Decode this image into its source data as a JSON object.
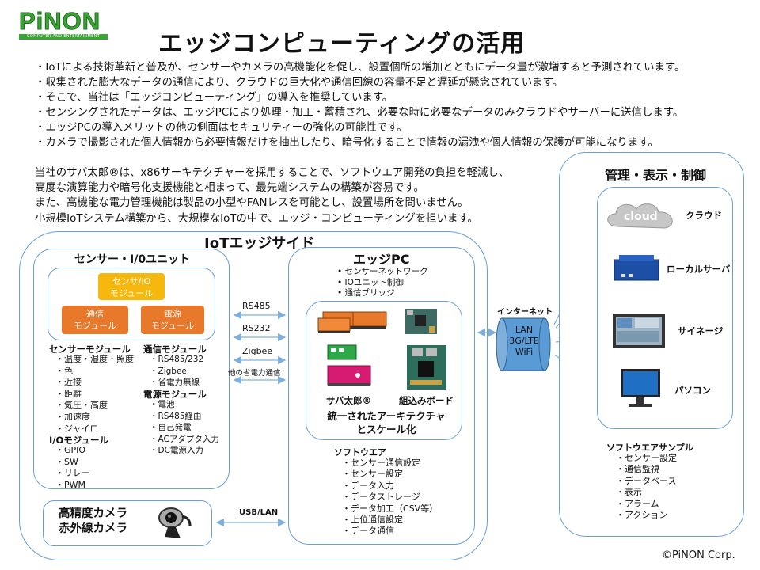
{
  "logo": {
    "word": "PiNON",
    "sub": "COMPUTER AND ENTERTAINMENT"
  },
  "title": "エッジコンピューティングの活用",
  "bullets": [
    "・IoTによる技術革新と普及が、センサーやカメラの高機能化を促し、設置個所の増加とともにデータ量が激増すると予測されています。",
    "・収集された膨大なデータの通信により、クラウドの巨大化や通信回線の容量不足と遅延が懸念されています。",
    "・そこで、当社は「エッジコンピューティング」の導入を推奨しています。",
    "・センシングされたデータは、エッジPCにより処理・加工・蓄積され、必要な時に必要なデータのみクラウドやサーバーに送信します。",
    "・エッジPCの導入メリットの他の側面はセキュリティーの強化の可能性です。",
    "・カメラで撮影された個人情報から必要情報だけを抽出したり、暗号化することで情報の漏洩や個人情報の保護が可能になります。"
  ],
  "paragraph": [
    "当社のサバ太郎®は、x86サーキテクチャーを採用することで、ソフトウエア開発の負担を軽減し、",
    "高度な演算能力や暗号化支援機能と相まって、最先端システムの構築が容易です。",
    "また、高機能な電力管理機能は製品の小型やFANレスを可能とし、設置場所を問いません。",
    "小規模IoTシステム構築から、大規模なIoTの中で、エッジ・コンピューティングを担います。"
  ],
  "iot_side": {
    "title": "IoTエッジサイド",
    "sensor_unit": {
      "title": "センサー・I/0ユニット",
      "module_sensor_io": [
        "センサ/IO",
        "モジュール"
      ],
      "module_comm": [
        "通信",
        "モジュール"
      ],
      "module_power": [
        "電源",
        "モジュール"
      ],
      "sensor_module": {
        "title": "センサーモジュール",
        "items": [
          "温度・湿度・照度",
          "色",
          "近接",
          "距離",
          "気圧・高度",
          "加速度",
          "ジャイロ"
        ]
      },
      "io_module": {
        "title": "I/Oモジュール",
        "items": [
          "GPIO",
          "SW",
          "リレー",
          "PWM"
        ]
      },
      "comm_module": {
        "title": "通信モジュール",
        "items": [
          "RS485/232",
          "Zigbee",
          "省電力無線"
        ]
      },
      "power_module": {
        "title": "電源モジュール",
        "items": [
          "電池",
          "RS485経由",
          "自己発電",
          "ACアダプタ入力",
          "DC電源入力"
        ]
      }
    },
    "links": [
      "RS485",
      "RS232",
      "Zigbee",
      "他の省電力通信"
    ],
    "camera": {
      "line1": "高精度カメラ",
      "line2": "赤外線カメラ",
      "link": "USB/LAN"
    },
    "edge_pc": {
      "title": "エッジPC",
      "features": [
        "センサーネットワーク",
        "IOユニット制御",
        "通信ブリッジ"
      ],
      "product1": "サバ太郎®",
      "product2": "組込みボード",
      "unified": [
        "統一されたアーキテクチャ",
        "とスケール化"
      ],
      "software_title": "ソフトウエア",
      "software": [
        "センサー通信設定",
        "センサー設定",
        "データ入力",
        "データストレージ",
        "データ加工（CSV等）",
        "上位通信設定",
        "データ通信"
      ]
    }
  },
  "internet": {
    "label": "インターネット",
    "lines": [
      "LAN",
      "3G/LTE",
      "WiFi"
    ]
  },
  "management": {
    "title": "管理・表示・制御",
    "cloud_word": "cloud",
    "targets": [
      "クラウド",
      "ローカルサーバ",
      "サイネージ",
      "パソコン"
    ],
    "software_title": "ソフトウエアサンプル",
    "software": [
      "センサー設定",
      "通信監視",
      "データベース",
      "表示",
      "アラーム",
      "アクション"
    ]
  },
  "copyright": "©PiNON Corp.",
  "colors": {
    "accent_blue": "#5b9bd5",
    "orange": "#e8782a",
    "yellow": "#f6b80c",
    "logo_green": "#3aa536"
  }
}
